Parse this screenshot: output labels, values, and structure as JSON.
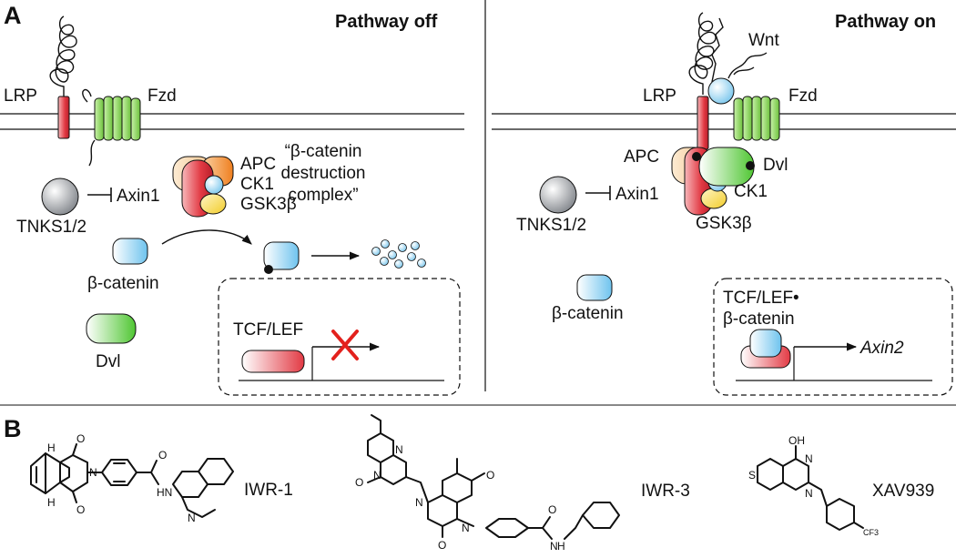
{
  "panel_a_letter": "A",
  "panel_b_letter": "B",
  "pathway_off": {
    "state_label": "Pathway off",
    "lrp": "LRP",
    "fzd": "Fzd",
    "axin": "Axin1",
    "tnks": "TNKS1/2",
    "apc": "APC",
    "ck1": "CK1",
    "gsk": "GSK3β",
    "complex_label": [
      "“β-catenin",
      "destruction",
      "complex”"
    ],
    "beta_catenin": "β-catenin",
    "dvl": "Dvl",
    "tcf": "TCF/LEF"
  },
  "pathway_on": {
    "state_label": "Pathway on",
    "wnt": "Wnt",
    "lrp": "LRP",
    "fzd": "Fzd",
    "apc": "APC",
    "dvl": "Dvl",
    "axin": "Axin1",
    "ck1": "CK1",
    "gsk": "GSK3β",
    "tnks": "TNKS1/2",
    "beta_catenin": "β-catenin",
    "tcf_complex": [
      "TCF/LEF•",
      "β-catenin"
    ],
    "target_gene": "Axin2"
  },
  "compounds": [
    {
      "name": "IWR-1",
      "atoms": [
        "H",
        "H",
        "O",
        "O",
        "N",
        "O",
        "HN",
        "N"
      ]
    },
    {
      "name": "IWR-3",
      "atoms": [
        "N",
        "N",
        "O",
        "N",
        "O",
        "N",
        "O",
        "O",
        "N",
        "H"
      ]
    },
    {
      "name": "XAV939",
      "atoms": [
        "OH",
        "S",
        "N",
        "N",
        "CF3"
      ]
    }
  ],
  "colors": {
    "lrp_red": "#e23a44",
    "fzd_green": "#7fd14a",
    "tnks_gray": "#9a9da3",
    "bcat_blue": "#8fd0f2",
    "dvl_green": "#5ccd3c",
    "apc_orange": "#f08b2c",
    "gsk_yellow": "#f4d33a",
    "axin_red": "#e5484f",
    "cross_red": "#e3211d"
  }
}
